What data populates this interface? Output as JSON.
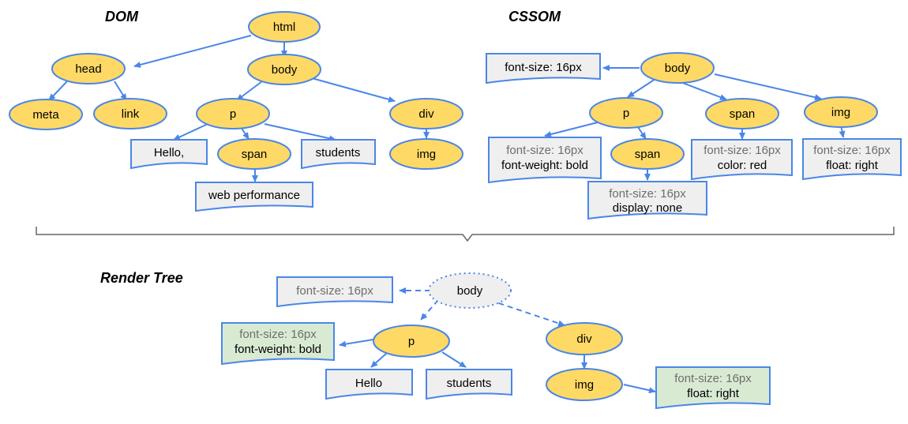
{
  "titles": {
    "dom": "DOM",
    "cssom": "CSSOM",
    "render": "Render Tree"
  },
  "dom": {
    "html": "html",
    "head": "head",
    "body": "body",
    "meta": "meta",
    "link": "link",
    "p": "p",
    "div": "div",
    "span": "span",
    "img": "img",
    "hello": "Hello,",
    "students": "students",
    "web_performance": "web performance"
  },
  "cssom": {
    "body": "body",
    "p": "p",
    "span_p": "span",
    "span": "span",
    "img": "img",
    "body_style": "font-size: 16px",
    "p_style": [
      "font-size: 16px",
      "font-weight: bold"
    ],
    "span_p_style": [
      "font-size: 16px",
      "display: none"
    ],
    "span_style": [
      "font-size: 16px",
      "color: red"
    ],
    "img_style": [
      "font-size: 16px",
      "float: right"
    ]
  },
  "render": {
    "body": "body",
    "p": "p",
    "div": "div",
    "img": "img",
    "hello": "Hello",
    "students": "students",
    "body_style": "font-size: 16px",
    "p_style": [
      "font-size: 16px",
      "font-weight: bold"
    ],
    "img_style": [
      "font-size: 16px",
      "float: right"
    ]
  },
  "colors": {
    "node_fill": "#ffd966",
    "node_stroke": "#4a86e8",
    "doc_fill": "#efefef",
    "doc_green_fill": "#d9ead3",
    "edge": "#4a86e8",
    "gray_text": "#6e6e6e",
    "brace": "#666666"
  }
}
